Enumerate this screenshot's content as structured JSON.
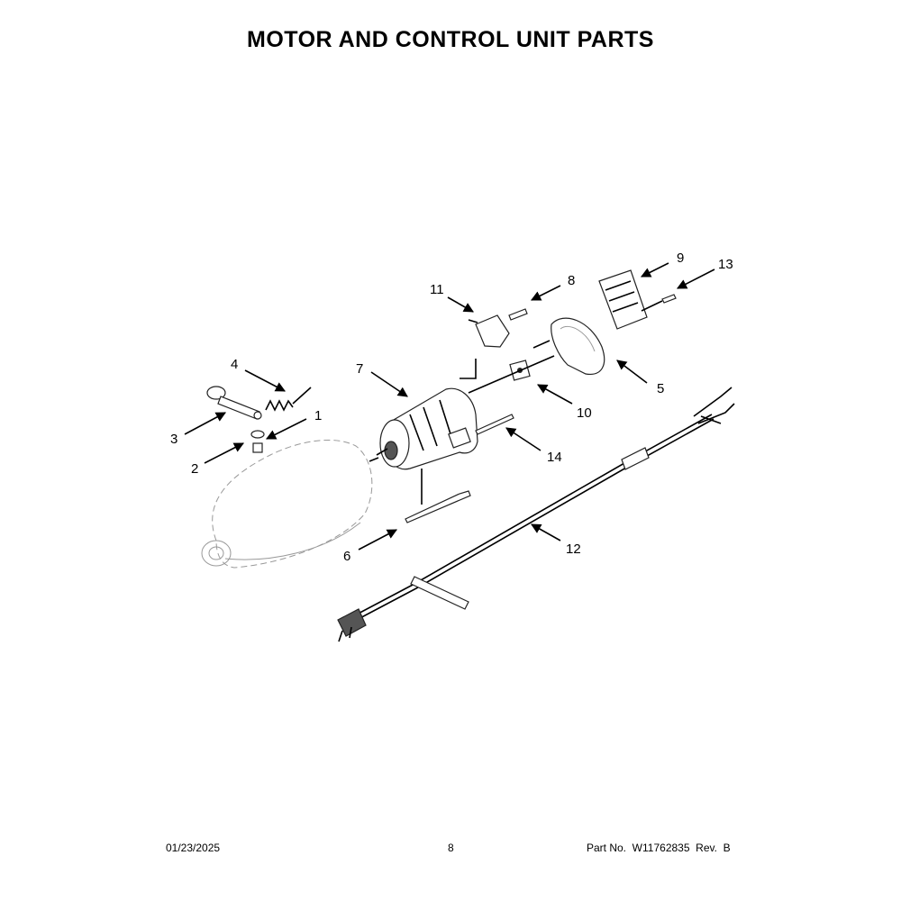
{
  "title": "MOTOR AND CONTROL UNIT PARTS",
  "callouts": [
    "1",
    "2",
    "3",
    "4",
    "5",
    "6",
    "7",
    "8",
    "9",
    "10",
    "11",
    "12",
    "13",
    "14"
  ],
  "footer": {
    "date": "01/23/2025",
    "page": "8",
    "part": "Part No.  W11762835  Rev.  B"
  }
}
